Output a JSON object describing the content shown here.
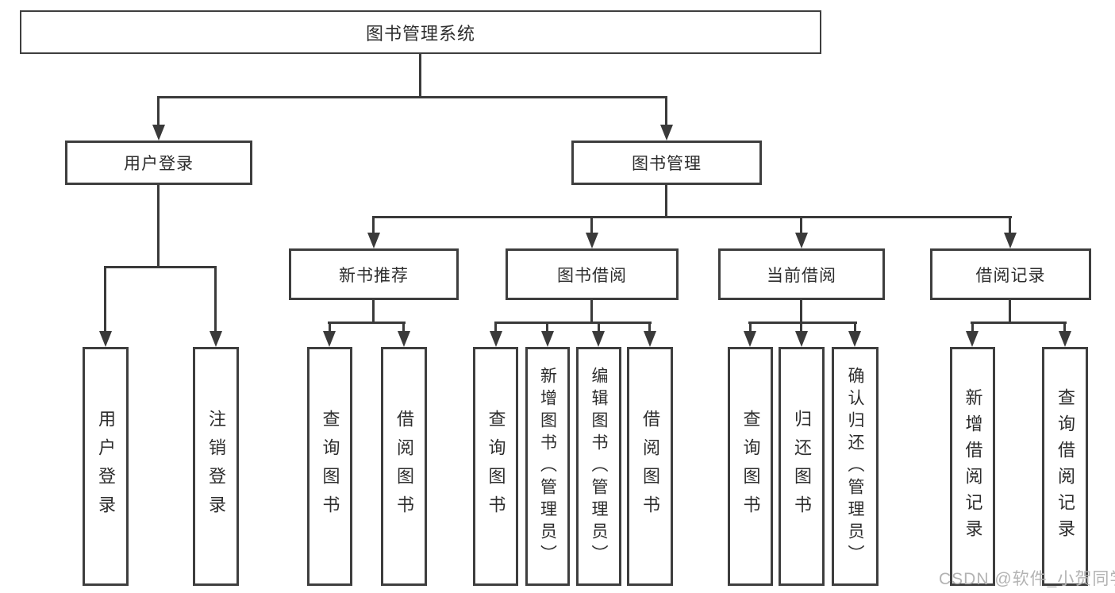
{
  "diagram": {
    "title": "图书管理系统",
    "nodes": {
      "root": "图书管理系统",
      "user_login": "用户登录",
      "book_mgmt": "图书管理",
      "new_book": "新书推荐",
      "book_borrow": "图书借阅",
      "current_borrow": "当前借阅",
      "borrow_record": "借阅记录",
      "ul_login": "用户登录",
      "ul_logout": "注销登录",
      "nb_query": "查询图书",
      "nb_borrow": "借阅图书",
      "bb_query": "查询图书",
      "bb_add": "新增图书（管理员）",
      "bb_edit": "编辑图书（管理员）",
      "bb_borrow": "借阅图书",
      "cb_query": "查询图书",
      "cb_return": "归还图书",
      "cb_confirm": "确认归还（管理员）",
      "br_add": "新增借阅记录",
      "br_query": "查询借阅记录"
    },
    "tree": {
      "图书管理系统": {
        "用户登录": [
          "用户登录",
          "注销登录"
        ],
        "图书管理": {
          "新书推荐": [
            "查询图书",
            "借阅图书"
          ],
          "图书借阅": [
            "查询图书",
            "新增图书（管理员）",
            "编辑图书（管理员）",
            "借阅图书"
          ],
          "当前借阅": [
            "查询图书",
            "归还图书",
            "确认归还（管理员）"
          ],
          "借阅记录": [
            "新增借阅记录",
            "查询借阅记录"
          ]
        }
      }
    },
    "watermark": "CSDN @软件_小贺同学",
    "colors": {
      "line": "#3a3a3a",
      "box_border": "#3e3e3e",
      "text": "#2d2d2d",
      "watermark": "#b3b3b3",
      "background": "#ffffff"
    }
  }
}
